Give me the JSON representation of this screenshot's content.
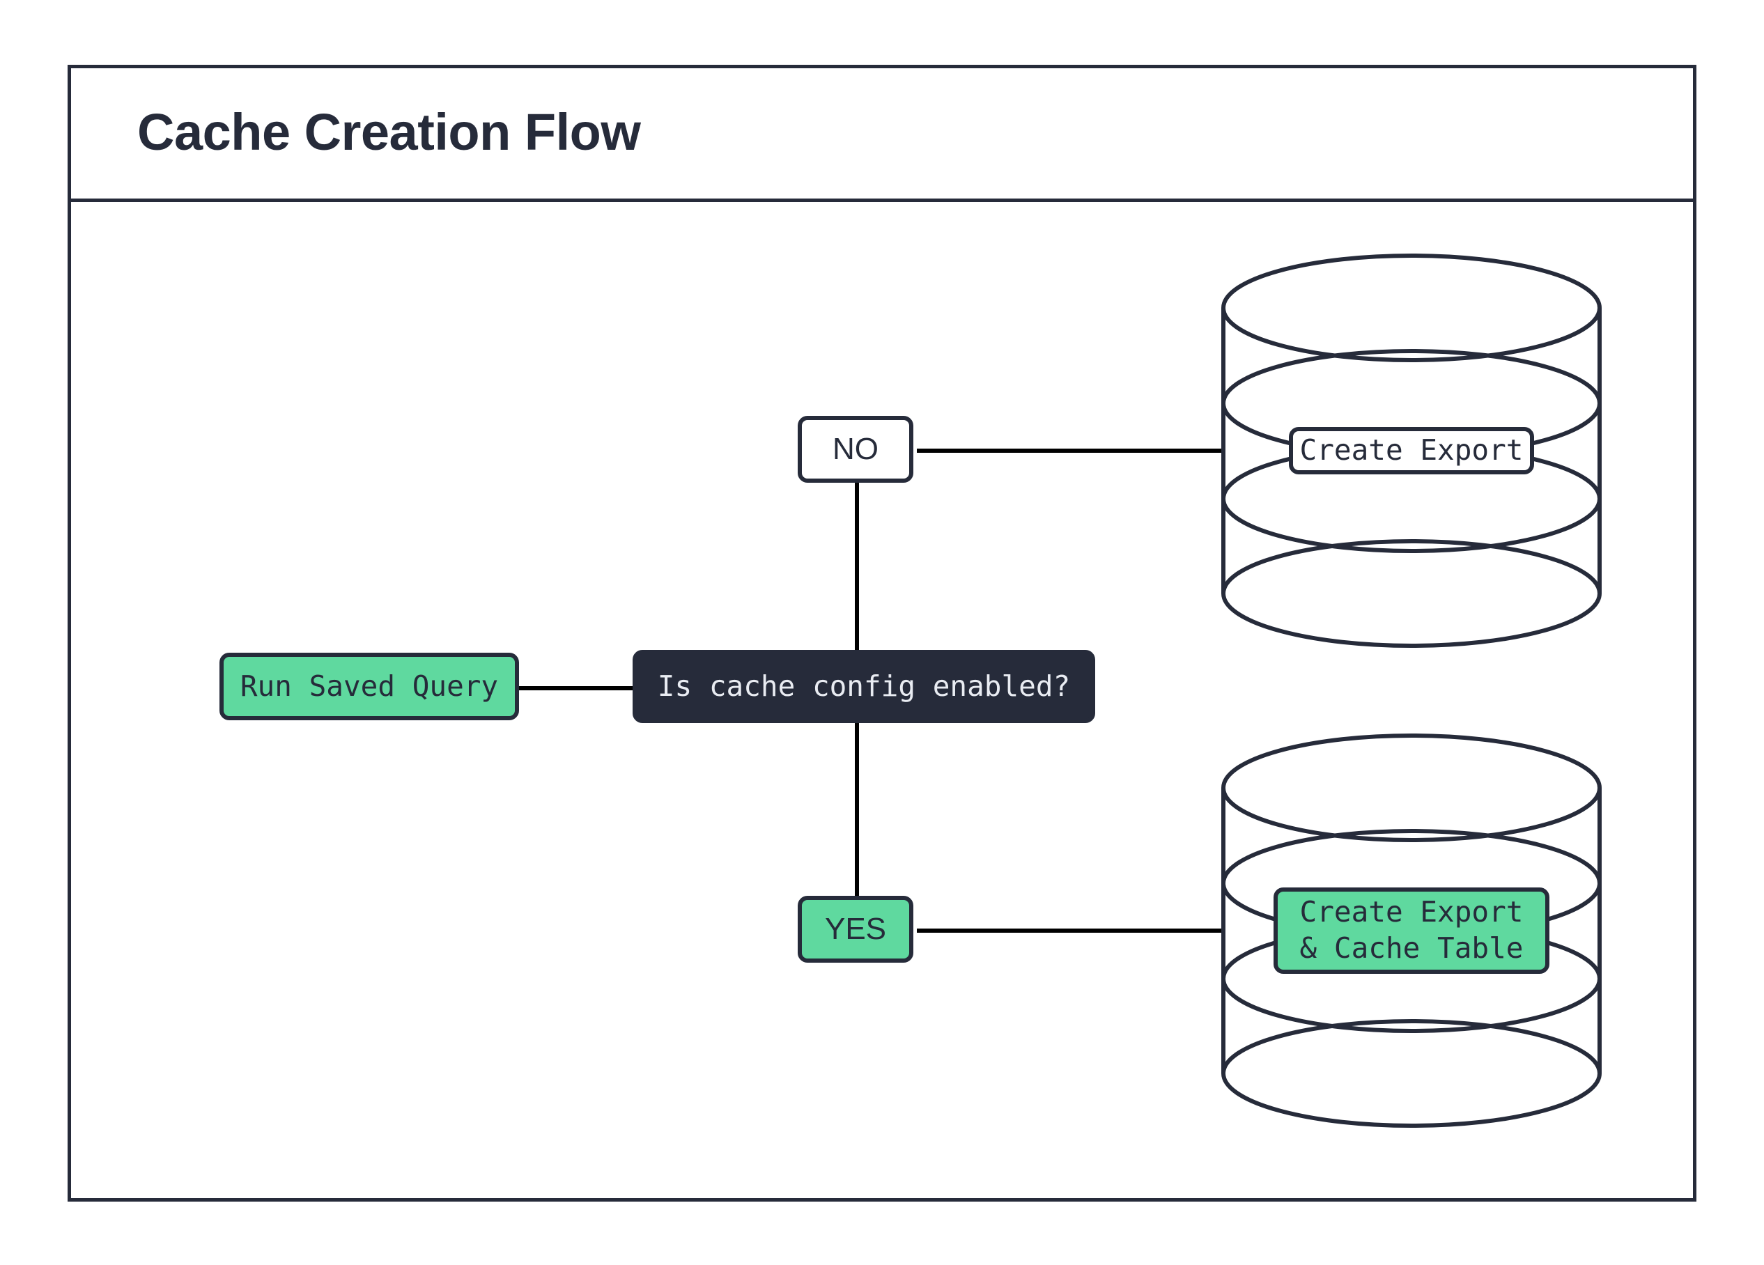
{
  "diagram": {
    "title": "Cache Creation Flow",
    "colors": {
      "ink": "#262b3a",
      "green": "#5fd99f",
      "white": "#ffffff",
      "edge": "#000000",
      "dark_text": "#e9ecf2"
    }
  },
  "nodes": {
    "start": {
      "label": "Run Saved Query",
      "shape": "rounded-rect",
      "fill": "green"
    },
    "decision": {
      "label": "Is cache config enabled?",
      "shape": "rounded-rect",
      "fill": "dark"
    },
    "branch_no": {
      "label": "NO",
      "shape": "rounded-rect",
      "fill": "white"
    },
    "branch_yes": {
      "label": "YES",
      "shape": "rounded-rect",
      "fill": "green"
    },
    "db_export": {
      "label": "Create Export",
      "shape": "cylinder",
      "fill": "white"
    },
    "db_export_cache": {
      "label": "Create Export\n& Cache Table",
      "shape": "cylinder",
      "fill": "green"
    }
  },
  "edges": [
    {
      "from": "start",
      "to": "decision",
      "label": ""
    },
    {
      "from": "decision",
      "to": "branch_no",
      "label": ""
    },
    {
      "from": "decision",
      "to": "branch_yes",
      "label": ""
    },
    {
      "from": "branch_no",
      "to": "db_export",
      "label": ""
    },
    {
      "from": "branch_yes",
      "to": "db_export_cache",
      "label": ""
    }
  ]
}
